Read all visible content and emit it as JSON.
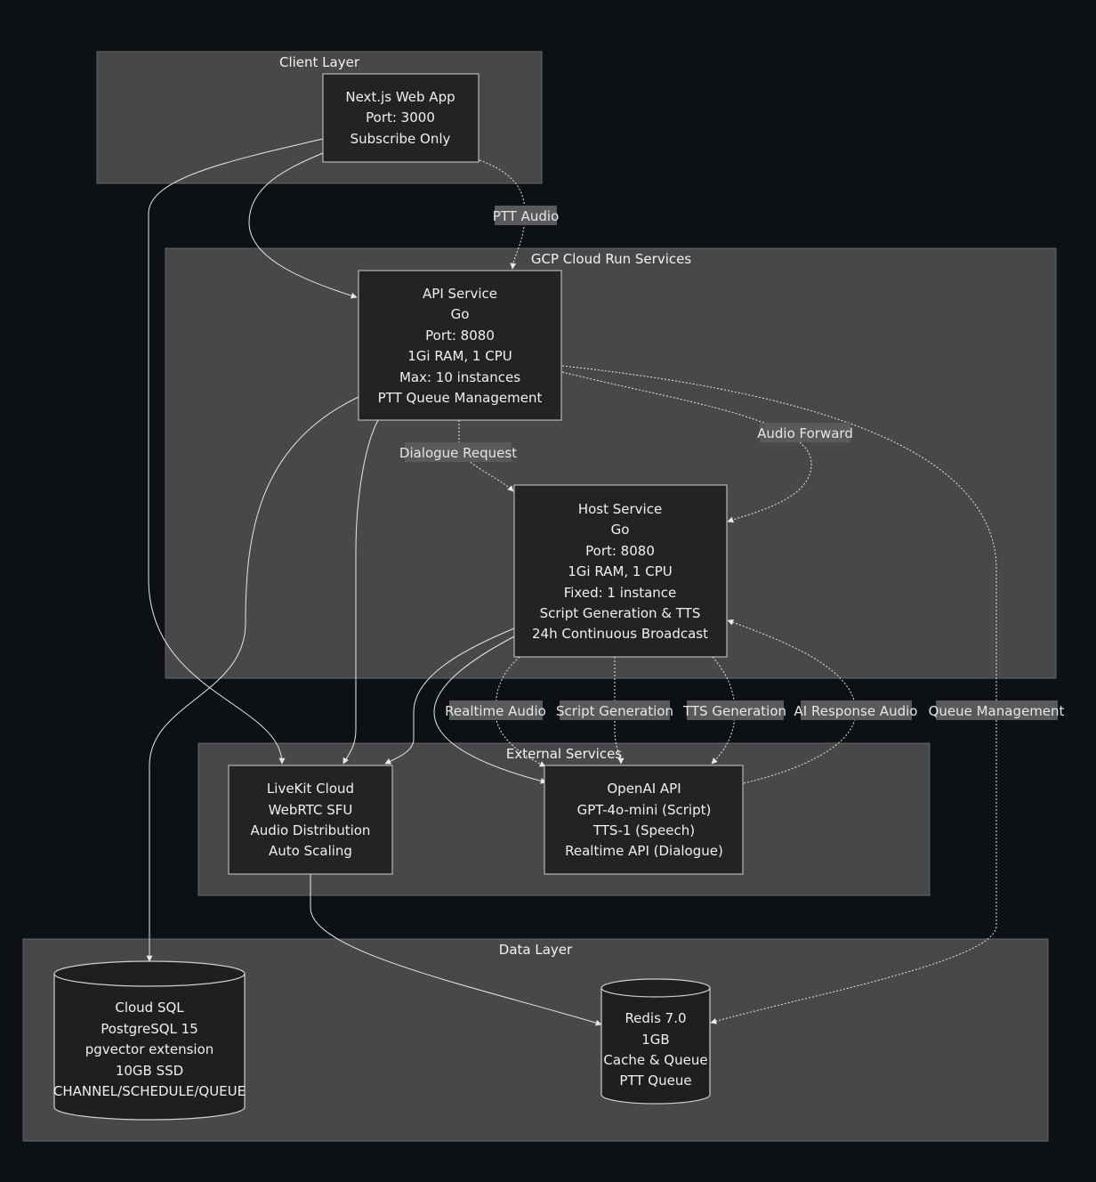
{
  "clusters": {
    "client": "Client Layer",
    "gcp": "GCP Cloud Run Services",
    "external": "External Services",
    "data": "Data Layer"
  },
  "nodes": {
    "nextjs": [
      "Next.js Web App",
      "Port: 3000",
      "Subscribe Only"
    ],
    "api": [
      "API Service",
      "Go",
      "Port: 8080",
      "1Gi RAM, 1 CPU",
      "Max: 10 instances",
      "PTT Queue Management"
    ],
    "host": [
      "Host Service",
      "Go",
      "Port: 8080",
      "1Gi RAM, 1 CPU",
      "Fixed: 1 instance",
      "Script Generation & TTS",
      "24h Continuous Broadcast"
    ],
    "livekit": [
      "LiveKit Cloud",
      "WebRTC SFU",
      "Audio Distribution",
      "Auto Scaling"
    ],
    "openai": [
      "OpenAI API",
      "GPT-4o-mini (Script)",
      "TTS-1 (Speech)",
      "Realtime API (Dialogue)"
    ],
    "cloudsql": [
      "Cloud SQL",
      "PostgreSQL 15",
      "pgvector extension",
      "10GB SSD",
      "CHANNEL/SCHEDULE/QUEUE"
    ],
    "redis": [
      "Redis 7.0",
      "1GB",
      "Cache & Queue",
      "PTT Queue"
    ]
  },
  "edge_labels": {
    "ptt_audio": "PTT Audio",
    "dialogue_request": "Dialogue Request",
    "audio_forward": "Audio Forward",
    "realtime_audio": "Realtime Audio",
    "script_generation": "Script Generation",
    "tts_generation": "TTS Generation",
    "ai_response_audio": "AI Response Audio",
    "queue_management": "Queue Management"
  }
}
